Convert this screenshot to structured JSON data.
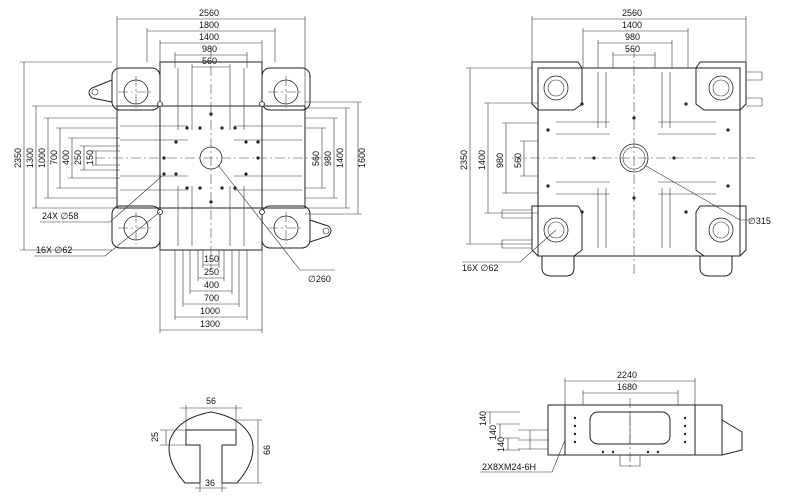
{
  "view1": {
    "dims_top": [
      "2560",
      "1800",
      "1400",
      "980",
      "560"
    ],
    "dims_left": [
      "2350",
      "1300",
      "1000",
      "700",
      "400",
      "250",
      "150"
    ],
    "dims_right": [
      "560",
      "980",
      "1400",
      "1600"
    ],
    "dims_bottom": [
      "150",
      "250",
      "400",
      "700",
      "1000",
      "1300"
    ],
    "callout_holes_24": "24X ∅58",
    "callout_holes_16": "16X ∅62",
    "callout_center": "∅260"
  },
  "view2": {
    "dims_top": [
      "2560",
      "1400",
      "980",
      "560"
    ],
    "dims_left": [
      "2350",
      "1400",
      "980",
      "560"
    ],
    "callout_holes_16": "16X ∅62",
    "callout_center": "∅315"
  },
  "view3": {
    "dim_top": "56",
    "dim_left": "25",
    "dim_right": "66",
    "dim_bottom": "36"
  },
  "view4": {
    "dim_overall": "2240",
    "dim_inner": "1680",
    "dims_vertical": [
      "140",
      "140",
      "140"
    ],
    "callout_threads": "2X8XM24-6H"
  }
}
